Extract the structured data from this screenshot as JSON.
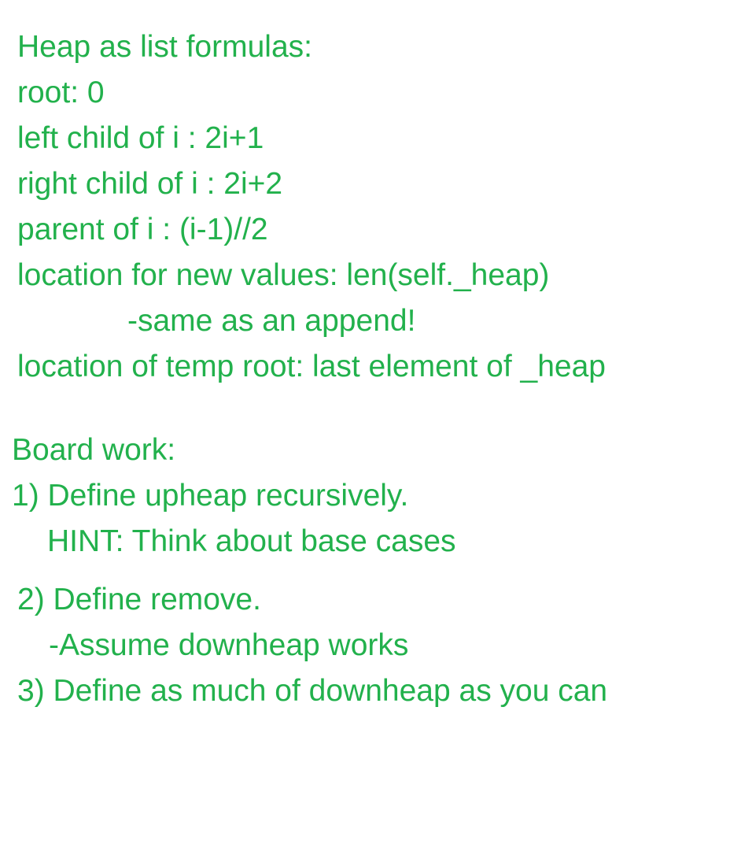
{
  "colors": {
    "text": "#22b14c",
    "background": "#ffffff"
  },
  "formulas": {
    "heading": "Heap as list formulas:",
    "root": "root: 0",
    "left_child": "left child of i : 2i+1",
    "right_child": "right child of i : 2i+2",
    "parent": "parent of i : (i-1)//2",
    "new_values": "location for new values: len(self._heap)",
    "append_note": "-same as an append!",
    "temp_root": "location of temp root: last element of _heap"
  },
  "board_work": {
    "heading": "Board work:",
    "task1": "1) Define upheap recursively.",
    "task1_hint": "HINT: Think about base cases",
    "task2": "2) Define remove.",
    "task2_note": "-Assume downheap works",
    "task3": "3) Define as much of downheap as you can"
  }
}
